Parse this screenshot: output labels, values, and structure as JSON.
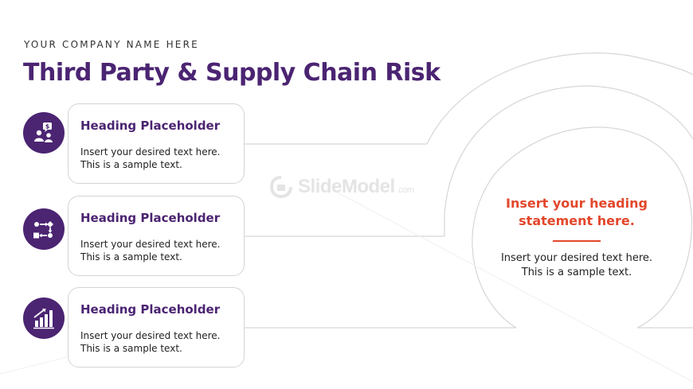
{
  "slide": {
    "company": "YOUR COMPANY NAME HERE",
    "title": "Third Party & Supply Chain Risk",
    "watermark": {
      "brand": "SlideModel",
      "suffix": ".com"
    }
  },
  "cards": [
    {
      "heading": "Heading Placeholder",
      "line1": "Insert your desired text here.",
      "line2": "This is a sample text.",
      "icon": "people-payment-icon"
    },
    {
      "heading": "Heading Placeholder",
      "line1": "Insert your desired text here.",
      "line2": "This is a sample text.",
      "icon": "process-flow-icon"
    },
    {
      "heading": "Heading Placeholder",
      "line1": "Insert your desired text here.",
      "line2": "This is a sample text.",
      "icon": "bar-chart-growth-icon"
    }
  ],
  "statement": {
    "heading_line1": "Insert your heading",
    "heading_line2": "statement here.",
    "text_line1": "Insert your desired text here.",
    "text_line2": "This is a sample text."
  },
  "colors": {
    "primary": "#4b2472",
    "accent": "#e2472b",
    "line": "#cccccc"
  }
}
